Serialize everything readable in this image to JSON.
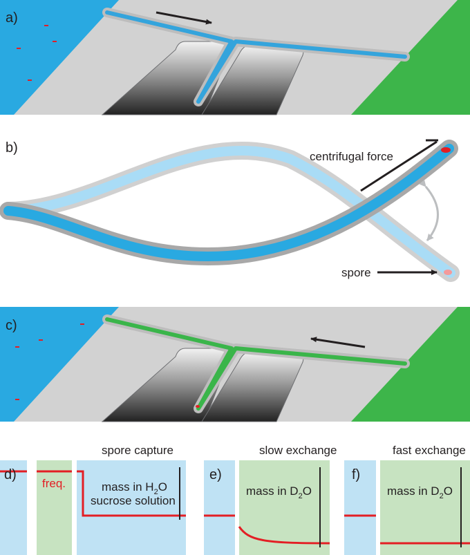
{
  "colors": {
    "water_blue": "#29a9e1",
    "light_blue": "#a9dcf6",
    "panel_blue": "#bfe2f4",
    "panel_green": "#c7e3c1",
    "chip_gray": "#d2d2d2",
    "reservoir_green": "#3db54a",
    "channel_blue": "#34a4dc",
    "channel_green": "#3ab54a",
    "signal_red": "#e31e24",
    "text": "#231f20",
    "arrow_gray": "#bcbec0"
  },
  "panel_a": {
    "label": "a)"
  },
  "panel_b": {
    "label": "b)",
    "force_label": "centrifugal force",
    "spore_label": "spore"
  },
  "panel_c": {
    "label": "c)"
  },
  "panel_d": {
    "label": "d)",
    "title": "spore capture",
    "freq_label": "freq.",
    "mass_label_prefix": "mass in H",
    "mass_label_sub": "2",
    "mass_label_suffix": "O",
    "mass_label_line2": "sucrose solution"
  },
  "panel_e": {
    "label": "e)",
    "title": "slow exchange",
    "mass_label_prefix": "mass in D",
    "mass_label_sub": "2",
    "mass_label_suffix": "O"
  },
  "panel_f": {
    "label": "f)",
    "title": "fast exchange",
    "mass_label_prefix": "mass in D",
    "mass_label_sub": "2",
    "mass_label_suffix": "O"
  }
}
